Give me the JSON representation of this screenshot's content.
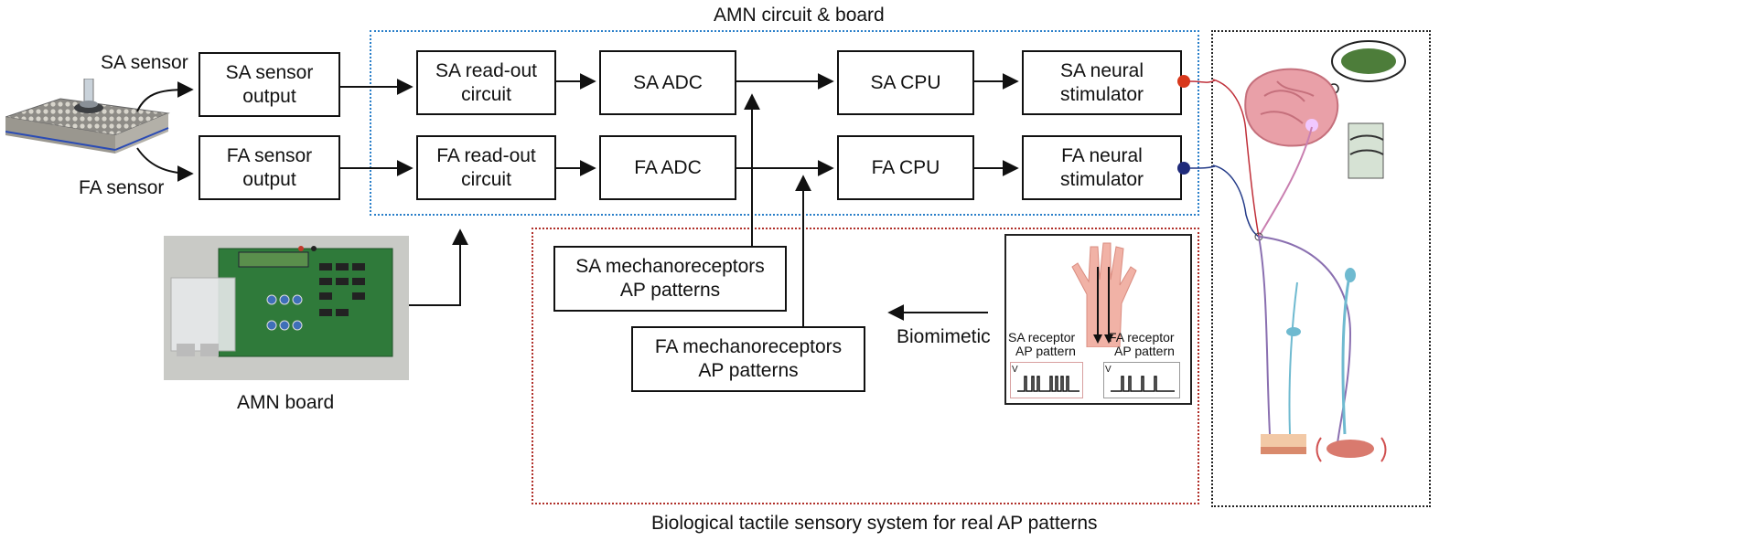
{
  "titles": {
    "top": "AMN circuit & board",
    "bottom": "Biological tactile sensory system for real AP patterns"
  },
  "sensors": {
    "sa": "SA sensor",
    "fa": "FA sensor"
  },
  "blocks": {
    "sa_output": [
      "SA sensor",
      "output"
    ],
    "fa_output": [
      "FA sensor",
      "output"
    ],
    "sa_readout": [
      "SA read-out",
      "circuit"
    ],
    "fa_readout": [
      "FA read-out",
      "circuit"
    ],
    "sa_adc": "SA ADC",
    "fa_adc": "FA ADC",
    "sa_cpu": "SA CPU",
    "fa_cpu": "FA CPU",
    "sa_stim": [
      "SA neural",
      "stimulator"
    ],
    "fa_stim": [
      "FA neural",
      "stimulator"
    ],
    "sa_ap": [
      "SA mechanoreceptors",
      "AP patterns"
    ],
    "fa_ap": [
      "FA mechanoreceptors",
      "AP patterns"
    ]
  },
  "board_label": "AMN board",
  "biomimetic": "Biomimetic",
  "receptor_panel": {
    "sa": [
      "SA receptor",
      "AP pattern"
    ],
    "fa": [
      "FA receptor",
      "AP pattern"
    ],
    "axis": "V"
  },
  "colors": {
    "blue_dotted": "#2a7fc9",
    "red_dotted": "#b0302a",
    "sa_node": "#d8381c",
    "fa_node": "#1f2a7a"
  }
}
